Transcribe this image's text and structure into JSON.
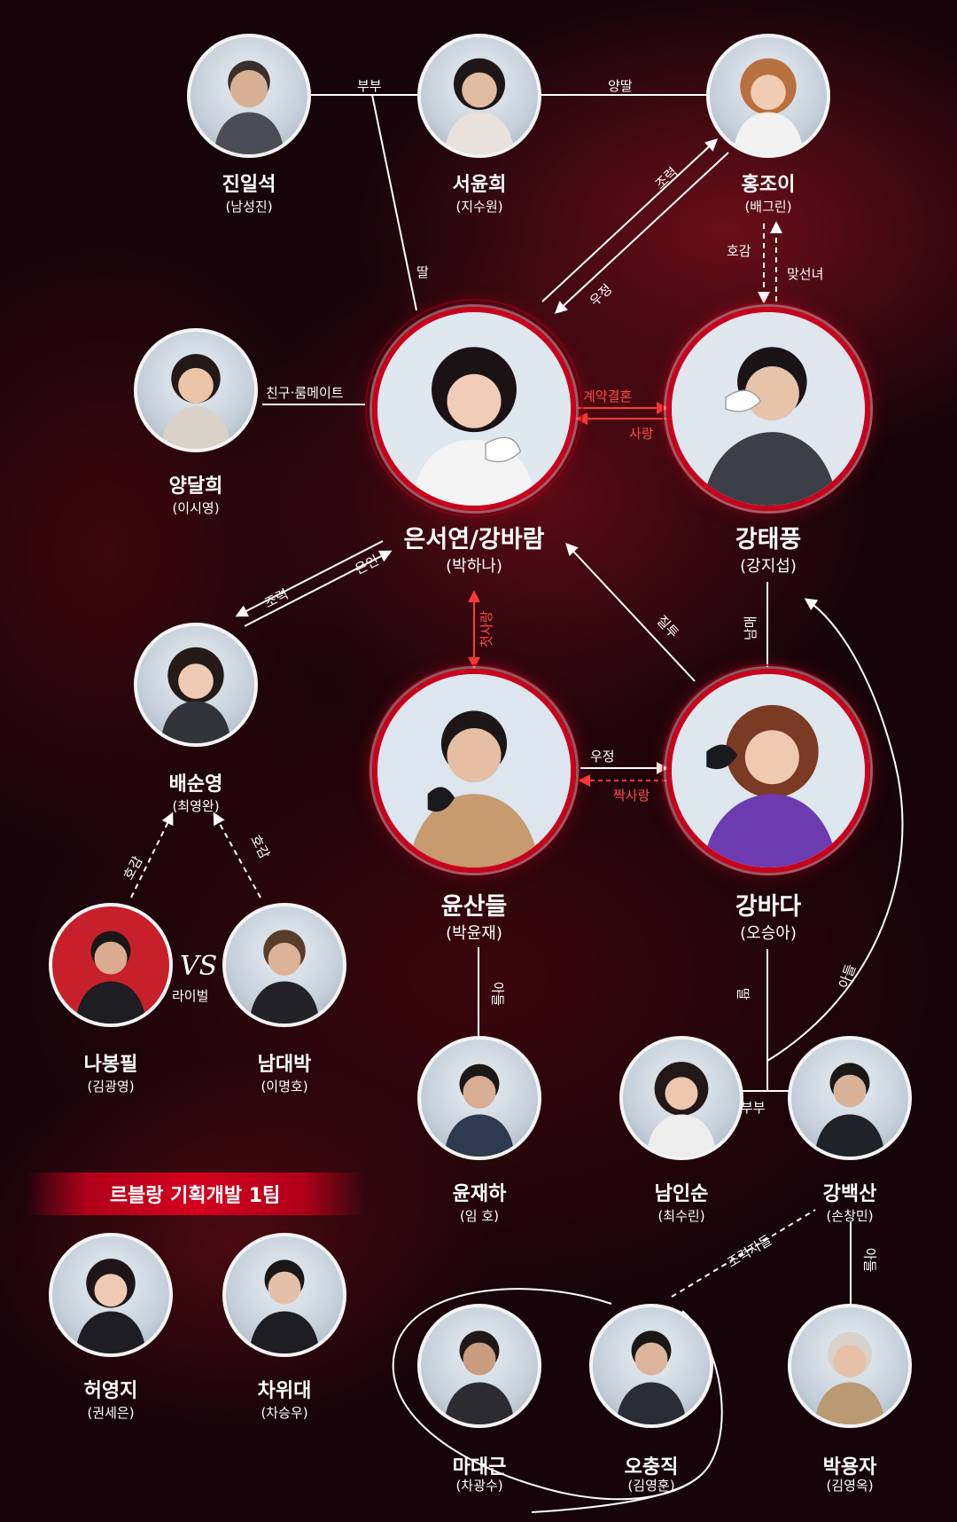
{
  "characters": {
    "jin_ilseok": {
      "name": "진일석",
      "actor": "(남성진)"
    },
    "seo_yunhui": {
      "name": "서윤희",
      "actor": "(지수원)"
    },
    "hong_joi": {
      "name": "홍조이",
      "actor": "(배그린)"
    },
    "yang_dalhui": {
      "name": "양달희",
      "actor": "(이시영)"
    },
    "eun_seoyeon": {
      "name": "은서연/강바람",
      "actor": "(박하나)"
    },
    "kang_taepung": {
      "name": "강태풍",
      "actor": "(강지섭)"
    },
    "bae_sunyeong": {
      "name": "배순영",
      "actor": "(최영완)"
    },
    "yun_sandeul": {
      "name": "윤산들",
      "actor": "(박윤재)"
    },
    "kang_bada": {
      "name": "강바다",
      "actor": "(오승아)"
    },
    "na_bongpil": {
      "name": "나봉필",
      "actor": "(김광영)"
    },
    "nam_daebak": {
      "name": "남대박",
      "actor": "(이명호)"
    },
    "yun_jaeha": {
      "name": "윤재하",
      "actor": "(임 호)"
    },
    "nam_insun": {
      "name": "남인순",
      "actor": "(최수린)"
    },
    "kang_baeksan": {
      "name": "강백산",
      "actor": "(손창민)"
    },
    "heo_yeongji": {
      "name": "허영지",
      "actor": "(권세은)"
    },
    "cha_widae": {
      "name": "차위대",
      "actor": "(차승우)"
    },
    "ma_daegeun": {
      "name": "마대근",
      "actor": "(차광수)"
    },
    "o_chungjik": {
      "name": "오충직",
      "actor": "(김영훈)"
    },
    "park_yongja": {
      "name": "박용자",
      "actor": "(김영옥)"
    }
  },
  "relations": {
    "bubu_top": "부부",
    "yangttal": "양딸",
    "ttal_left": "딸",
    "joryeok_top": "조력",
    "ujeong_top": "우정",
    "hogam_top": "호감",
    "matseonnyeo": "맞선녀",
    "chingu": "친구·룸메이트",
    "gyeyak": "계약결혼",
    "sarang": "사랑",
    "joryeok_left": "조력",
    "eunin": "은인",
    "cheotsarang": "첫사랑",
    "jiltu": "질투",
    "nammae": "남매",
    "ujeong_mid": "우정",
    "jjaksarang": "짝사랑",
    "hogam_a": "호감",
    "hogam_b": "호감",
    "vs": "VS",
    "rival": "라이벌",
    "adeul_left": "아들",
    "ttal_right": "딸",
    "adeul_right": "아들",
    "bubu_bottom": "부부",
    "joryeokja": "조력자들",
    "adeul_bottom": "아들"
  },
  "team_banner": "르블랑 기획개발 1팀",
  "colors": {
    "accent_red": "#c9001c",
    "relation_red": "#ff4a4a",
    "line_white": "#ffffff",
    "background": "#16040a"
  }
}
